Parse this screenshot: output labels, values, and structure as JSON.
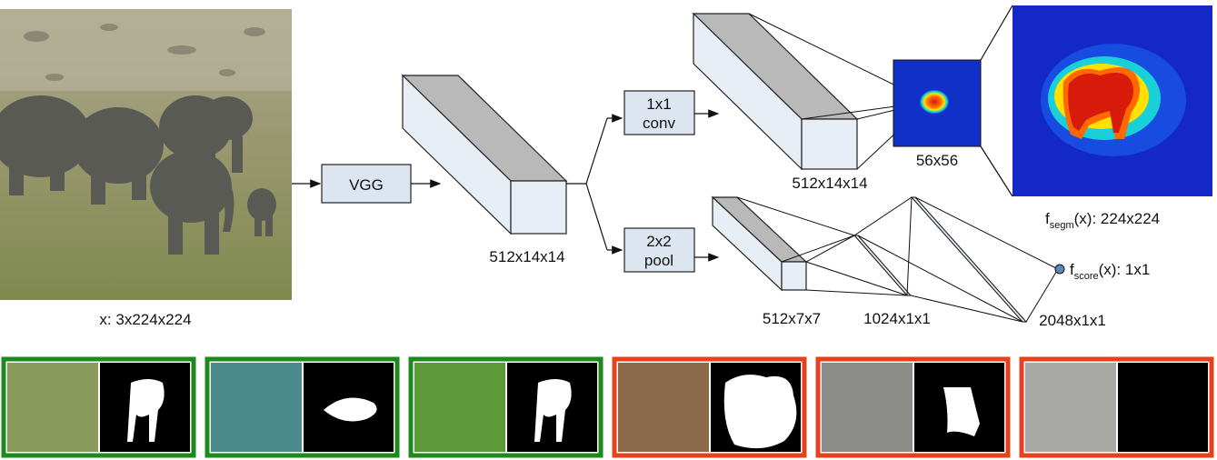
{
  "input_image": {
    "label": "x: 3x224x224"
  },
  "vgg_box": {
    "label": "VGG"
  },
  "feature_block": {
    "label": "512x14x14"
  },
  "conv_box": {
    "line1": "1x1",
    "line2": "conv"
  },
  "pool_box": {
    "line1": "2x2",
    "line2": "pool"
  },
  "segm_block": {
    "label": "512x14x14"
  },
  "segm_small": {
    "label": "56x56"
  },
  "segm_output": {
    "label_prefix": "f",
    "label_sub": "segm",
    "label_suffix": "(x): 224x224"
  },
  "pool_block": {
    "label": "512x7x7"
  },
  "fc1": {
    "label": "1024x1x1"
  },
  "fc2": {
    "label": "2048x1x1"
  },
  "score_output": {
    "label_prefix": "f",
    "label_sub": "score",
    "label_suffix": "(x): 1x1"
  },
  "examples": [
    {
      "frame_color": "#1e8a1e",
      "mask": "animal"
    },
    {
      "frame_color": "#1e8a1e",
      "mask": "blob"
    },
    {
      "frame_color": "#1e8a1e",
      "mask": "animal"
    },
    {
      "frame_color": "#e8401c",
      "mask": "big"
    },
    {
      "frame_color": "#e8401c",
      "mask": "small"
    },
    {
      "frame_color": "#e8401c",
      "mask": "none"
    }
  ]
}
